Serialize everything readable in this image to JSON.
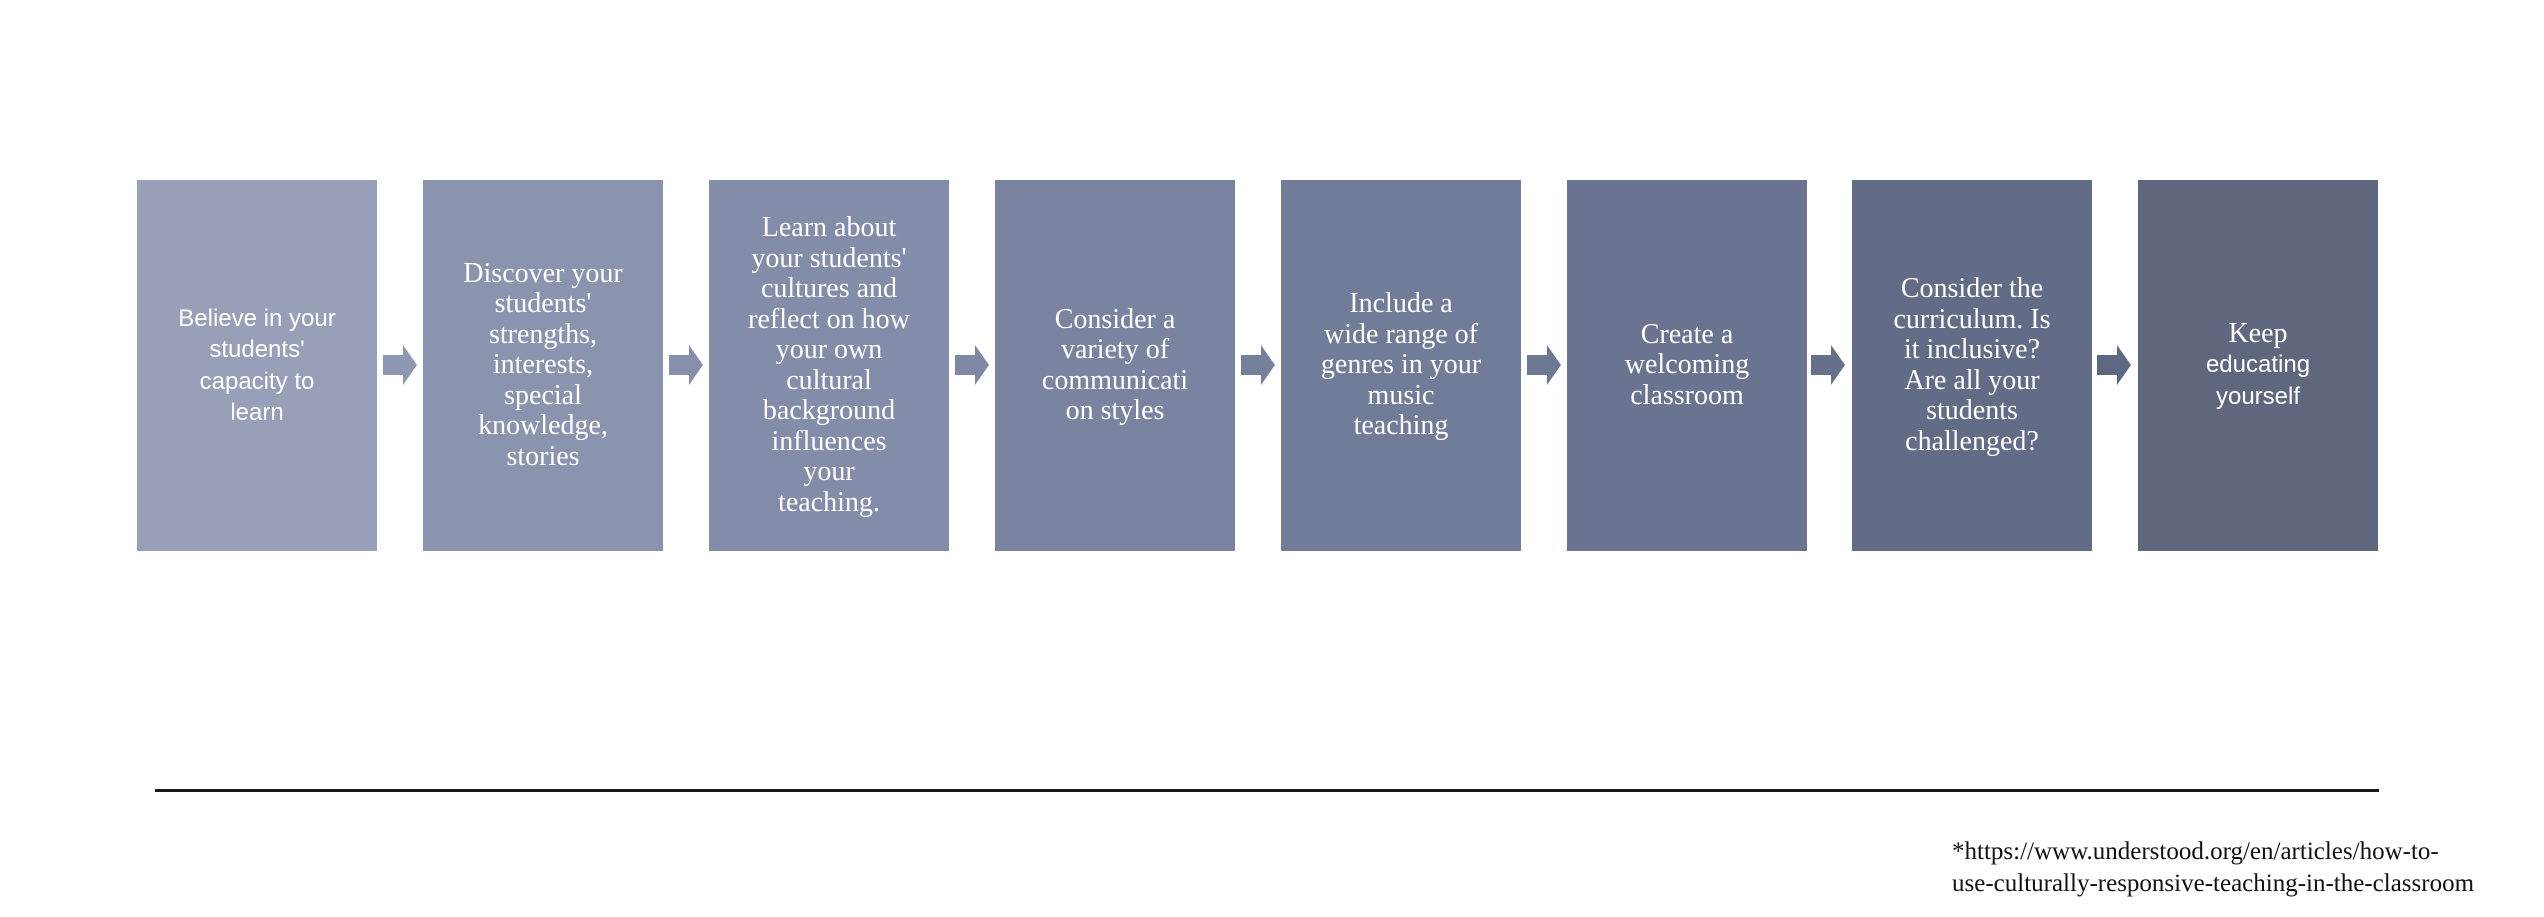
{
  "diagram": {
    "type": "process-flow",
    "direction": "left-to-right",
    "steps": [
      {
        "lines": [
          "Believe in your",
          "students'",
          "capacity to",
          "learn"
        ],
        "font": "sans",
        "color": "#979fb9"
      },
      {
        "lines": [
          "Discover your",
          "students'",
          "strengths,",
          "interests,",
          "special",
          "knowledge,",
          "stories"
        ],
        "font": "serif",
        "color": "#8b94af"
      },
      {
        "lines": [
          "Learn about",
          "your students'",
          "cultures and",
          "reflect on how",
          "your own",
          "cultural",
          "background",
          "influences",
          "your",
          "teaching."
        ],
        "font": "serif",
        "color": "#838ca8"
      },
      {
        "lines": [
          "Consider a",
          "variety of",
          "communicati",
          "on styles"
        ],
        "font": "serif",
        "color": "#7a84a1"
      },
      {
        "lines": [
          "Include a",
          "wide range of",
          "genres in your",
          "music",
          "teaching"
        ],
        "font": "serif",
        "color": "#717c98"
      },
      {
        "lines": [
          "Create a",
          "welcoming",
          "classroom"
        ],
        "font": "serif",
        "color": "#6a7490"
      },
      {
        "lines": [
          "Consider the",
          "curriculum. Is",
          "it inclusive?",
          "Are all your",
          "students",
          "challenged?"
        ],
        "font": "serif",
        "color": "#636c87"
      },
      {
        "lines": [
          "Keep",
          "educating",
          "yourself"
        ],
        "line_fonts": [
          "serif",
          "sans",
          "sans"
        ],
        "font": "mixed",
        "color": "#5e677e"
      }
    ],
    "arrows": [
      {
        "color": "#8f98b3"
      },
      {
        "color": "#868fab"
      },
      {
        "color": "#7e88a4"
      },
      {
        "color": "#75809b"
      },
      {
        "color": "#6d7893"
      },
      {
        "color": "#67708b"
      },
      {
        "color": "#5f6882"
      }
    ],
    "text_color": "#ffffff"
  },
  "footnote": {
    "line1": "*https://www.understood.org/en/articles/how-to-",
    "line2": "use-culturally-responsive-teaching-in-the-classroom"
  },
  "rule_color": "#1a1a1a"
}
